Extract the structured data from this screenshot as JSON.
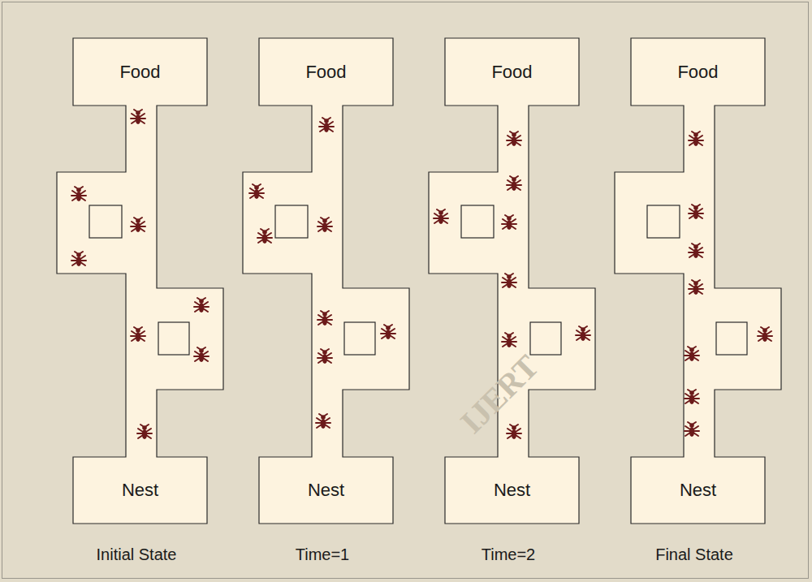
{
  "diagram": {
    "nodes": [
      {
        "text": [
          "Food"
        ]
      },
      {
        "text": [
          "Nest"
        ]
      },
      {
        "text": [
          "Food"
        ]
      },
      {
        "text": [
          "Nest"
        ]
      },
      {
        "text": [
          "Food"
        ]
      },
      {
        "text": [
          "Nest"
        ]
      },
      {
        "text": [
          "Food"
        ]
      },
      {
        "text": [
          "Nest"
        ]
      }
    ],
    "labels": [
      "Initial State",
      "Time=1",
      "Time=2",
      "Final State",
      "IJERT"
    ]
  }
}
